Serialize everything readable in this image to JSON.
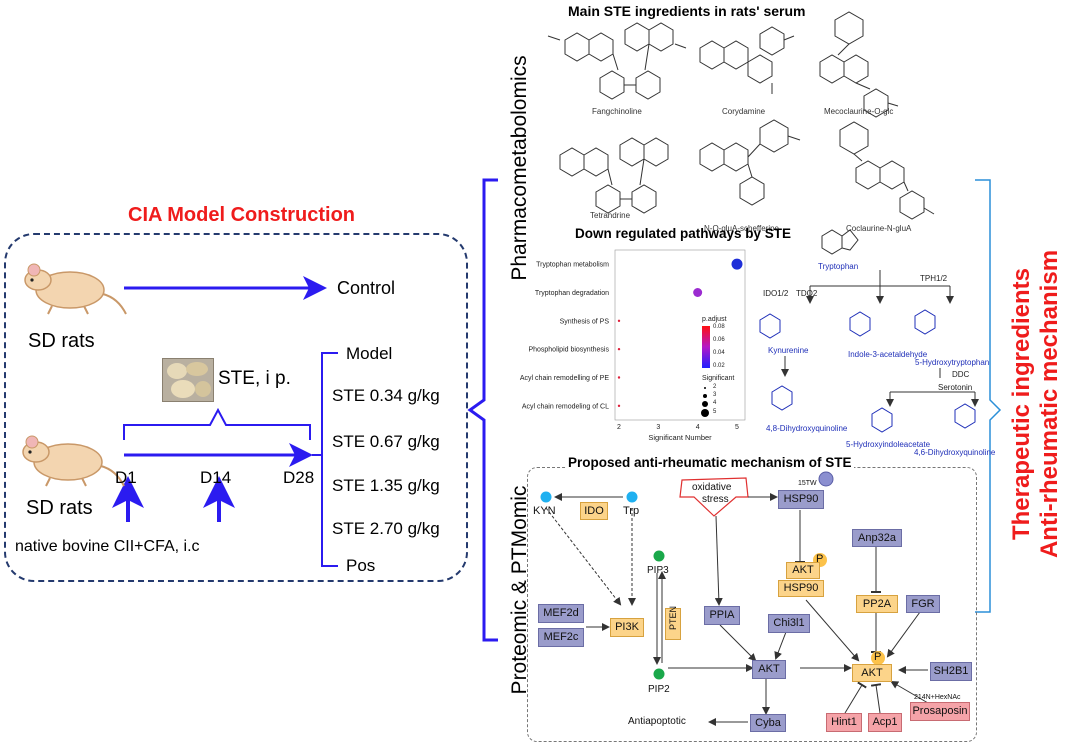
{
  "cia": {
    "title": "CIA Model Construction",
    "sd_rats_top": "SD rats",
    "control": "Control",
    "ste_ip": "STE, i p.",
    "sd_rats_bottom": "SD rats",
    "days": [
      "D1",
      "D14",
      "D28"
    ],
    "groups": [
      "Model",
      "STE 0.34 g/kg",
      "STE 0.67 g/kg",
      "STE 1.35 g/kg",
      "STE 2.70 g/kg",
      "Pos"
    ],
    "injection": "native bovine CII+CFA, i.c"
  },
  "side_labels": {
    "pharma": "Pharmacometabolomics",
    "proteomic": "Proteomic & PTMomic",
    "right_line1": "Therapeutic ingredients",
    "right_line2": "Anti-rheumatic mechanism"
  },
  "serum": {
    "title": "Main STE ingredients in rats' serum",
    "molecules": [
      "Fangchinoline",
      "Corydamine",
      "Mecoclaurine-O-glc",
      "Tetrandrine",
      "N-O-gluA-schefferine",
      "Coclaurine-N-gluA"
    ]
  },
  "pathways": {
    "title": "Down regulated pathways by STE",
    "xlabel": "Significant Number",
    "legend_padj_title": "p.adjust",
    "legend_padj_ticks": [
      "0.08",
      "0.06",
      "0.04",
      "0.02"
    ],
    "legend_size_title": "Significant",
    "legend_size_ticks": [
      "2",
      "3",
      "4",
      "5"
    ]
  },
  "chart_data": {
    "type": "scatter",
    "categories": [
      "Tryptophan metabolism",
      "Tryptophan degradation",
      "Synthesis of PS",
      "Phospholipid biosynthesis",
      "Acyl chain remodelling of PE",
      "Acyl chain remodeling of CL"
    ],
    "values": [
      5,
      4,
      2,
      2,
      2,
      2
    ],
    "colors": [
      "#1f2fd8",
      "#9b2bd0",
      "#e0203c",
      "#e0203c",
      "#e0203c",
      "#e0203c"
    ],
    "xticks": [
      "2",
      "3",
      "4",
      "5"
    ],
    "xlim": [
      2,
      5
    ],
    "xlabel": "Significant Number"
  },
  "trp": {
    "tryptophan": "Tryptophan",
    "ido": "IDO1/2",
    "tdo": "TDO2",
    "tph": "TPH1/2",
    "kynurenine": "Kynurenine",
    "indole": "Indole-3-acetaldehyde",
    "htp": "5-Hydroxytryptophan",
    "ddc": "DDC",
    "serotonin": "Serotonin",
    "dhq48": "4,8-Dihydroxyquinoline",
    "hiaa": "5-Hydroxyindoleacetate",
    "dhq46": "4,6-Dihydroxyquinoline"
  },
  "mechanism": {
    "title": "Proposed anti-rheumatic mechanism of STE",
    "kyn": "KYN",
    "ido": "IDO",
    "trp": "Trp",
    "oxidative": "oxidative",
    "stress": "stress",
    "hsp90_top": "HSP90",
    "site_15": "15TW",
    "pip3": "PIP3",
    "pten": "PTEN",
    "pi3k": "PI3K",
    "mef2d": "MEF2d",
    "mef2c": "MEF2c",
    "pip2": "PIP2",
    "ppia": "PPIA",
    "chi3l1": "Chi3l1",
    "akt_mid": "AKT",
    "akt_hsp": "AKT",
    "hsp90_mid": "HSP90",
    "p": "P",
    "anp32a": "Anp32a",
    "pp2a": "PP2A",
    "fgr": "FGR",
    "akt_right": "AKT",
    "sh2b1": "SH2B1",
    "site_214": "214N+HexNAc",
    "hint1": "Hint1",
    "acp1": "Acp1",
    "prosaposin": "Prosaposin",
    "cyba": "Cyba",
    "antiapoptotic": "Antiapoptotic"
  },
  "colors": {
    "blue_arrow": "#2b1bf0",
    "red_title": "#ef1c1c",
    "purple_box": "#9a9ccb",
    "orange_box": "#fcd48a",
    "pink_box": "#f5a3a8"
  }
}
